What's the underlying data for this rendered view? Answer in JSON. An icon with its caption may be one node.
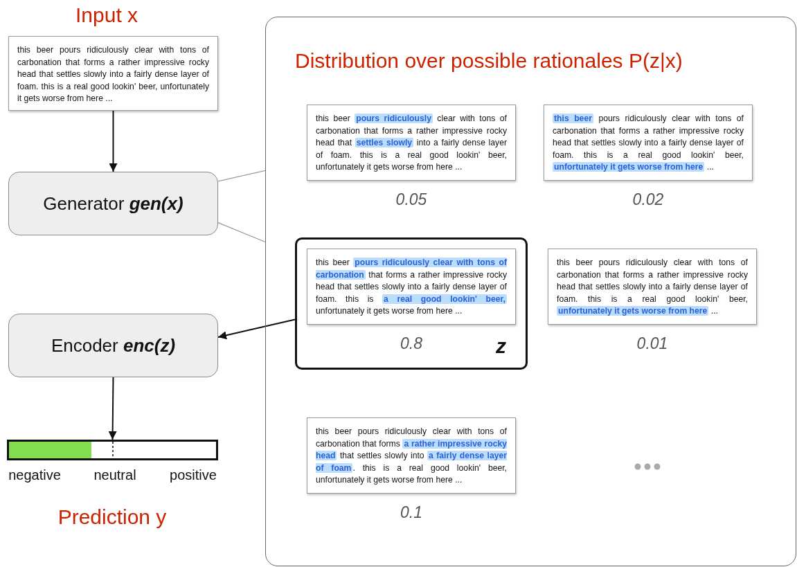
{
  "diagram": {
    "nodes": [
      {
        "text": [
          "Input x",
          "this beer pours ridiculously clear with tons of carbonation that forms a rather impressive rocky head that settles slowly into a fairly dense layer of foam. this is a real good lookin' beer, unfortunately it gets worse from here ..."
        ]
      },
      {
        "text": [
          "Generator **gen(x)**"
        ]
      },
      {
        "text": [
          "Encoder **enc(z)**"
        ]
      },
      {
        "text": [],
        "shape": "bar",
        "beside": [
          "negative",
          "neutral",
          "positive"
        ]
      },
      {
        "text": [
          "Distribution over possible rationales P(z|x)"
        ]
      },
      {
        "text": [
          "this beer **pours ridiculously** clear with tons of carbonation that forms a rather impressive rocky head that **settles slowly** into a fairly dense layer of foam. this is a real good lookin' beer, unfortunately it gets worse from here ..."
        ],
        "in": 4,
        "beside": [
          "0.05"
        ]
      },
      {
        "text": [
          "**this beer** pours ridiculously clear with tons of carbonation that forms a rather impressive rocky head that settles slowly into a fairly dense layer of foam. this is a real good lookin' beer, **unfortunately it gets worse from here** ..."
        ],
        "in": 4,
        "beside": [
          "0.02"
        ]
      },
      {
        "text": [
          "z"
        ],
        "in": 4
      },
      {
        "text": [
          "this beer **pours ridiculously clear with tons of carbonation** that forms a rather impressive rocky head that settles slowly into a fairly dense layer of foam. this is **a real good lookin' beer,** unfortunately it gets worse from here ..."
        ],
        "in": 7,
        "beside": [
          "0.8"
        ]
      },
      {
        "text": [
          "this beer pours ridiculously clear with tons of carbonation that forms a rather impressive rocky head that settles slowly into a fairly dense layer of foam. this is a real good lookin' beer, **unfortunately it gets worse from here** ..."
        ],
        "in": 4,
        "beside": [
          "0.01"
        ]
      },
      {
        "text": [
          "this beer pours ridiculously clear with tons of carbonation that forms **a rather impressive rocky head** that settles slowly into **a fairly dense layer of foam**. this is a real good lookin' beer, unfortunately it gets worse from here ..."
        ],
        "in": 4,
        "beside": [
          "0.1"
        ]
      }
    ],
    "edges": [
      {
        "from": 0,
        "to": 1,
        "arrow": "to"
      },
      {
        "from": 1,
        "to": 4,
        "arrow": "none",
        "color": "#999999"
      },
      {
        "from": 1,
        "to": 4,
        "arrow": "none",
        "color": "#999999"
      },
      {
        "from": 7,
        "to": 2,
        "arrow": "to"
      },
      {
        "from": 2,
        "to": 3,
        "arrow": "to"
      }
    ],
    "labels": [
      "Prediction y"
    ]
  }
}
